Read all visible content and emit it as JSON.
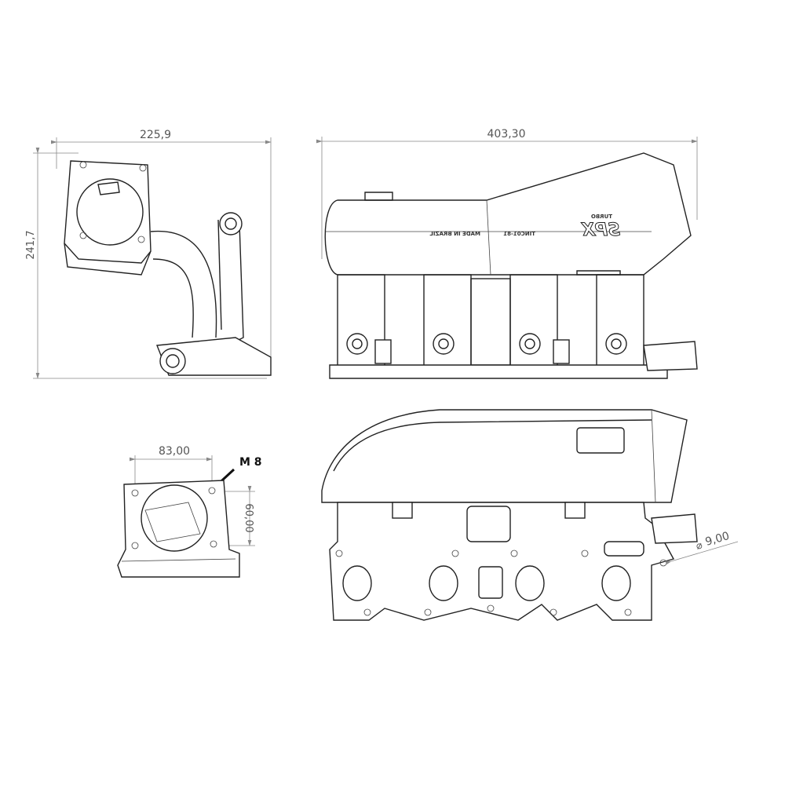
{
  "dimensions": {
    "side_width": "225,9",
    "side_height": "241,7",
    "front_width": "403,30",
    "flange_width": "83,00",
    "flange_height": "60,00",
    "thread": "M 8",
    "outlet_diameter_symbol": "⌀",
    "outlet_diameter": "9,00"
  },
  "markings": {
    "brand": "SPX",
    "brand_sub": "TURBO",
    "origin": "MADE IN BRAZIL",
    "part_number": "TINC01-81"
  },
  "colors": {
    "line": "#222222",
    "dimension": "#888888",
    "text": "#555555"
  }
}
